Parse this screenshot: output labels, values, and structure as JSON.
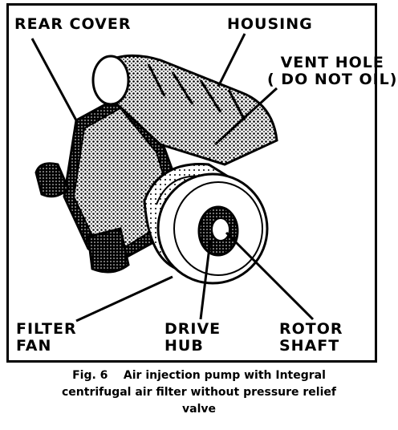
{
  "labels": {
    "rear_cover": "REAR COVER",
    "housing": "HOUSING",
    "vent_hole_line1": "VENT HOLE",
    "vent_hole_line2": "( DO NOT OIL)",
    "filter_fan_line1": "FILTER",
    "filter_fan_line2": "FAN",
    "drive_hub_line1": "DRIVE",
    "drive_hub_line2": "HUB",
    "rotor_shaft_line1": "ROTOR",
    "rotor_shaft_line2": "SHAFT"
  },
  "caption": {
    "line1": "Fig. 6    Air injection pump with Integral",
    "line2": "centrifugal air filter without pressure relief",
    "line3": "valve"
  }
}
